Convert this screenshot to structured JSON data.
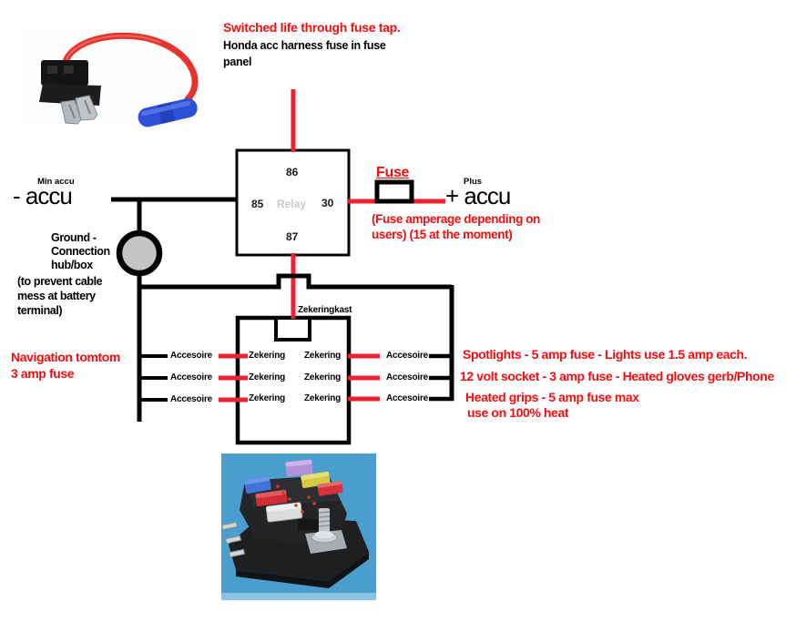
{
  "header": {
    "title": "Switched life through fuse tap.",
    "subtitle_line1": "Honda acc harness fuse in fuse",
    "subtitle_line2": "panel"
  },
  "battery": {
    "min_small": "Min accu",
    "min_label": "- accu",
    "plus_small": "Plus",
    "plus_label": "+ accu"
  },
  "relay": {
    "pin_top": "86",
    "pin_left": "85",
    "label": "Relay",
    "pin_right": "30",
    "pin_bottom": "87"
  },
  "fuse": {
    "label": "Fuse",
    "note_line1": "(Fuse amperage depending on",
    "note_line2": "users) (15 at the moment)"
  },
  "ground": {
    "line1": "Ground -",
    "line2": "Connection",
    "line3": "hub/box",
    "note_line1": "(to prevent cable",
    "note_line2": "mess at battery",
    "note_line3": "terminal)"
  },
  "fusebox": {
    "title": "Zekeringkast",
    "left_accessories": [
      "Accesoire",
      "Accesoire",
      "Accesoire"
    ],
    "fuses_left": [
      "Zekering",
      "Zekering",
      "Zekering"
    ],
    "fuses_right": [
      "Zekering",
      "Zekering",
      "Zekering"
    ],
    "right_accessories": [
      "Accesoire",
      "Accesoire",
      "Accesoire"
    ]
  },
  "annotations": {
    "navigation_line1": "Navigation tomtom",
    "navigation_line2": "3 amp fuse",
    "spotlights": "Spotlights - 5 amp fuse - Lights use 1.5 amp each.",
    "socket": "12 volt socket - 3 amp fuse - Heated gloves gerb/Phone",
    "heated_grips_line1": "Heated grips - 5 amp fuse max",
    "heated_grips_line2": "use on 100% heat"
  },
  "images": {
    "top_photo": "add-a-circuit-fuse-tap-photo",
    "bottom_photo": "blade-fuse-box-photo"
  },
  "colors": {
    "annotation_red": "#fb0a0d",
    "wire_red": "#ee2130",
    "wire_black": "#000000",
    "relay_text_gray": "#c9c9c9",
    "ground_hub_gray": "#c4c4c4",
    "photo_background_blue": "#4a9ecd"
  }
}
